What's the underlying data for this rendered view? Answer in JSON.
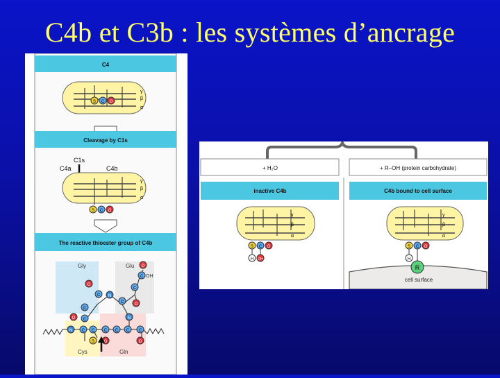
{
  "title": "C4b et C3b : les systèmes d’ancrage",
  "left_panel": {
    "header_c4": "C4",
    "cleavage": "Cleavage  by  C1s",
    "c1s": "C1s",
    "c4a": "C4a",
    "c4b": "C4b",
    "thioester_header": "The  reactive  thioester  group  of  C4b",
    "chains": {
      "gamma": "γ",
      "beta": "β",
      "alpha": "α"
    },
    "residues": {
      "gly": "Gly",
      "glu": "Glu",
      "cys": "Cys",
      "gln": "Gln"
    },
    "atoms": {
      "s": "S",
      "c": "C",
      "o": "O",
      "n": "N",
      "h": "H",
      "oh": "OH"
    }
  },
  "right_panel": {
    "water": "+ H₂O",
    "roh": "+ R–OH  (protein  carbohydrate)",
    "inactive": "inactive  C4b",
    "bound": "C4b  bound  to  cell  surface",
    "r": "R",
    "cell_surface": "cell surface"
  },
  "colors": {
    "teal": "#4cc7e2",
    "teal_dark": "#2a98c0",
    "yellow": "#fff4a3",
    "gly_bg": "#cfe8f6",
    "glu_bg": "#e9e9e9",
    "cys_bg": "#fff5c0",
    "gln_bg": "#fbdada",
    "atom_s": "#f0d23a",
    "atom_c": "#5da9f0",
    "atom_o": "#e3353c",
    "atom_n": "#3a88d8",
    "r_green": "#5ad07a"
  }
}
